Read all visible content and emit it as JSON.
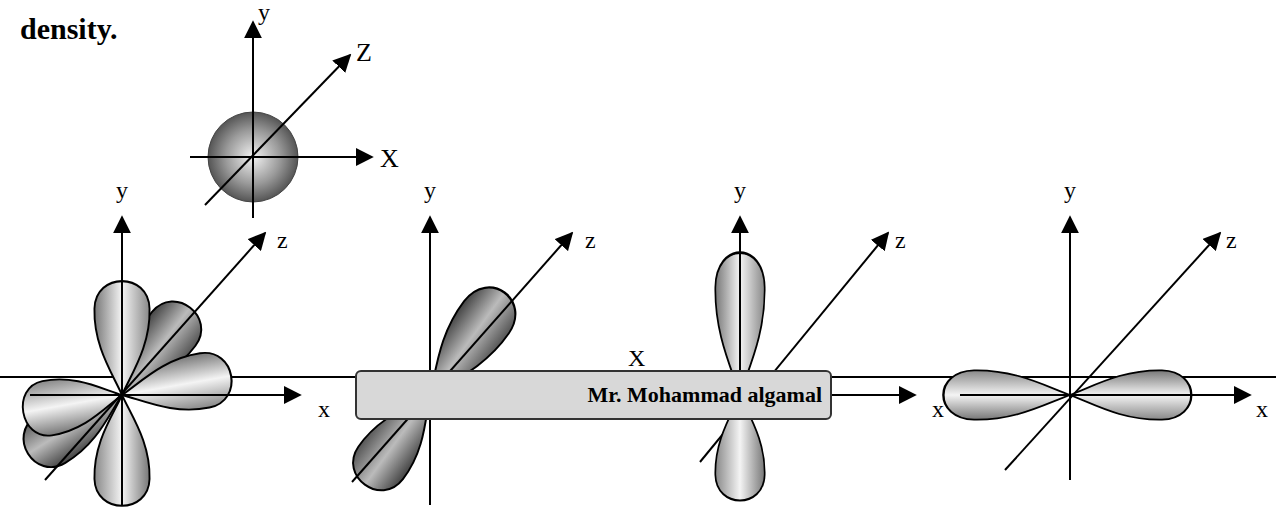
{
  "diagram": {
    "nodes": [
      {
        "text": [
          "Mr. Mohammad algamal"
        ]
      }
    ],
    "labels": [
      "density.",
      "y",
      "Z",
      "X",
      "y",
      "z",
      "x",
      "y",
      "z",
      "X",
      "y",
      "z",
      "x",
      "y",
      "z",
      "x"
    ]
  }
}
